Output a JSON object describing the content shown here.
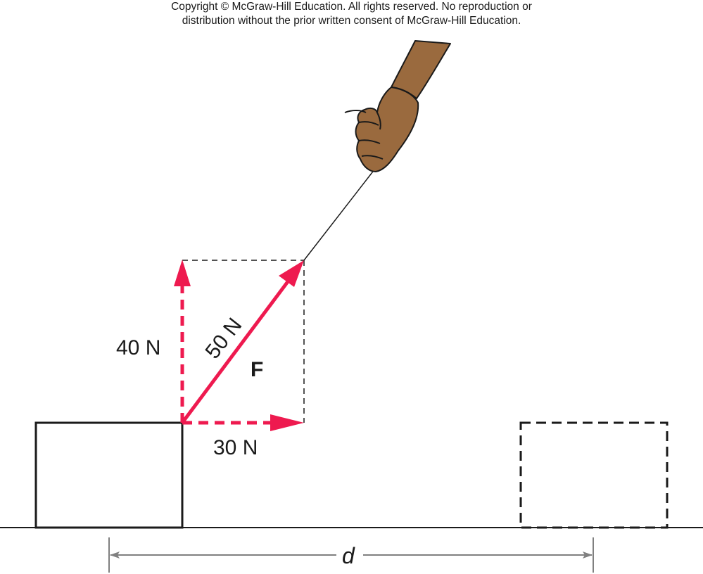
{
  "copyright": {
    "line1": "Copyright © McGraw-Hill Education.  All rights reserved. No reproduction or",
    "line2": "distribution without the prior written consent of McGraw-Hill Education."
  },
  "diagram": {
    "force_label": "F",
    "resultant_label": "50 N",
    "vertical_label": "40 N",
    "horizontal_label": "30 N",
    "distance_label": "d"
  },
  "colors": {
    "force": "#ee1a4f",
    "hand_skin": "#9a6a3e",
    "outline": "#1a1a1a",
    "dimension": "#808080"
  },
  "icons": [
    "hand-icon"
  ]
}
